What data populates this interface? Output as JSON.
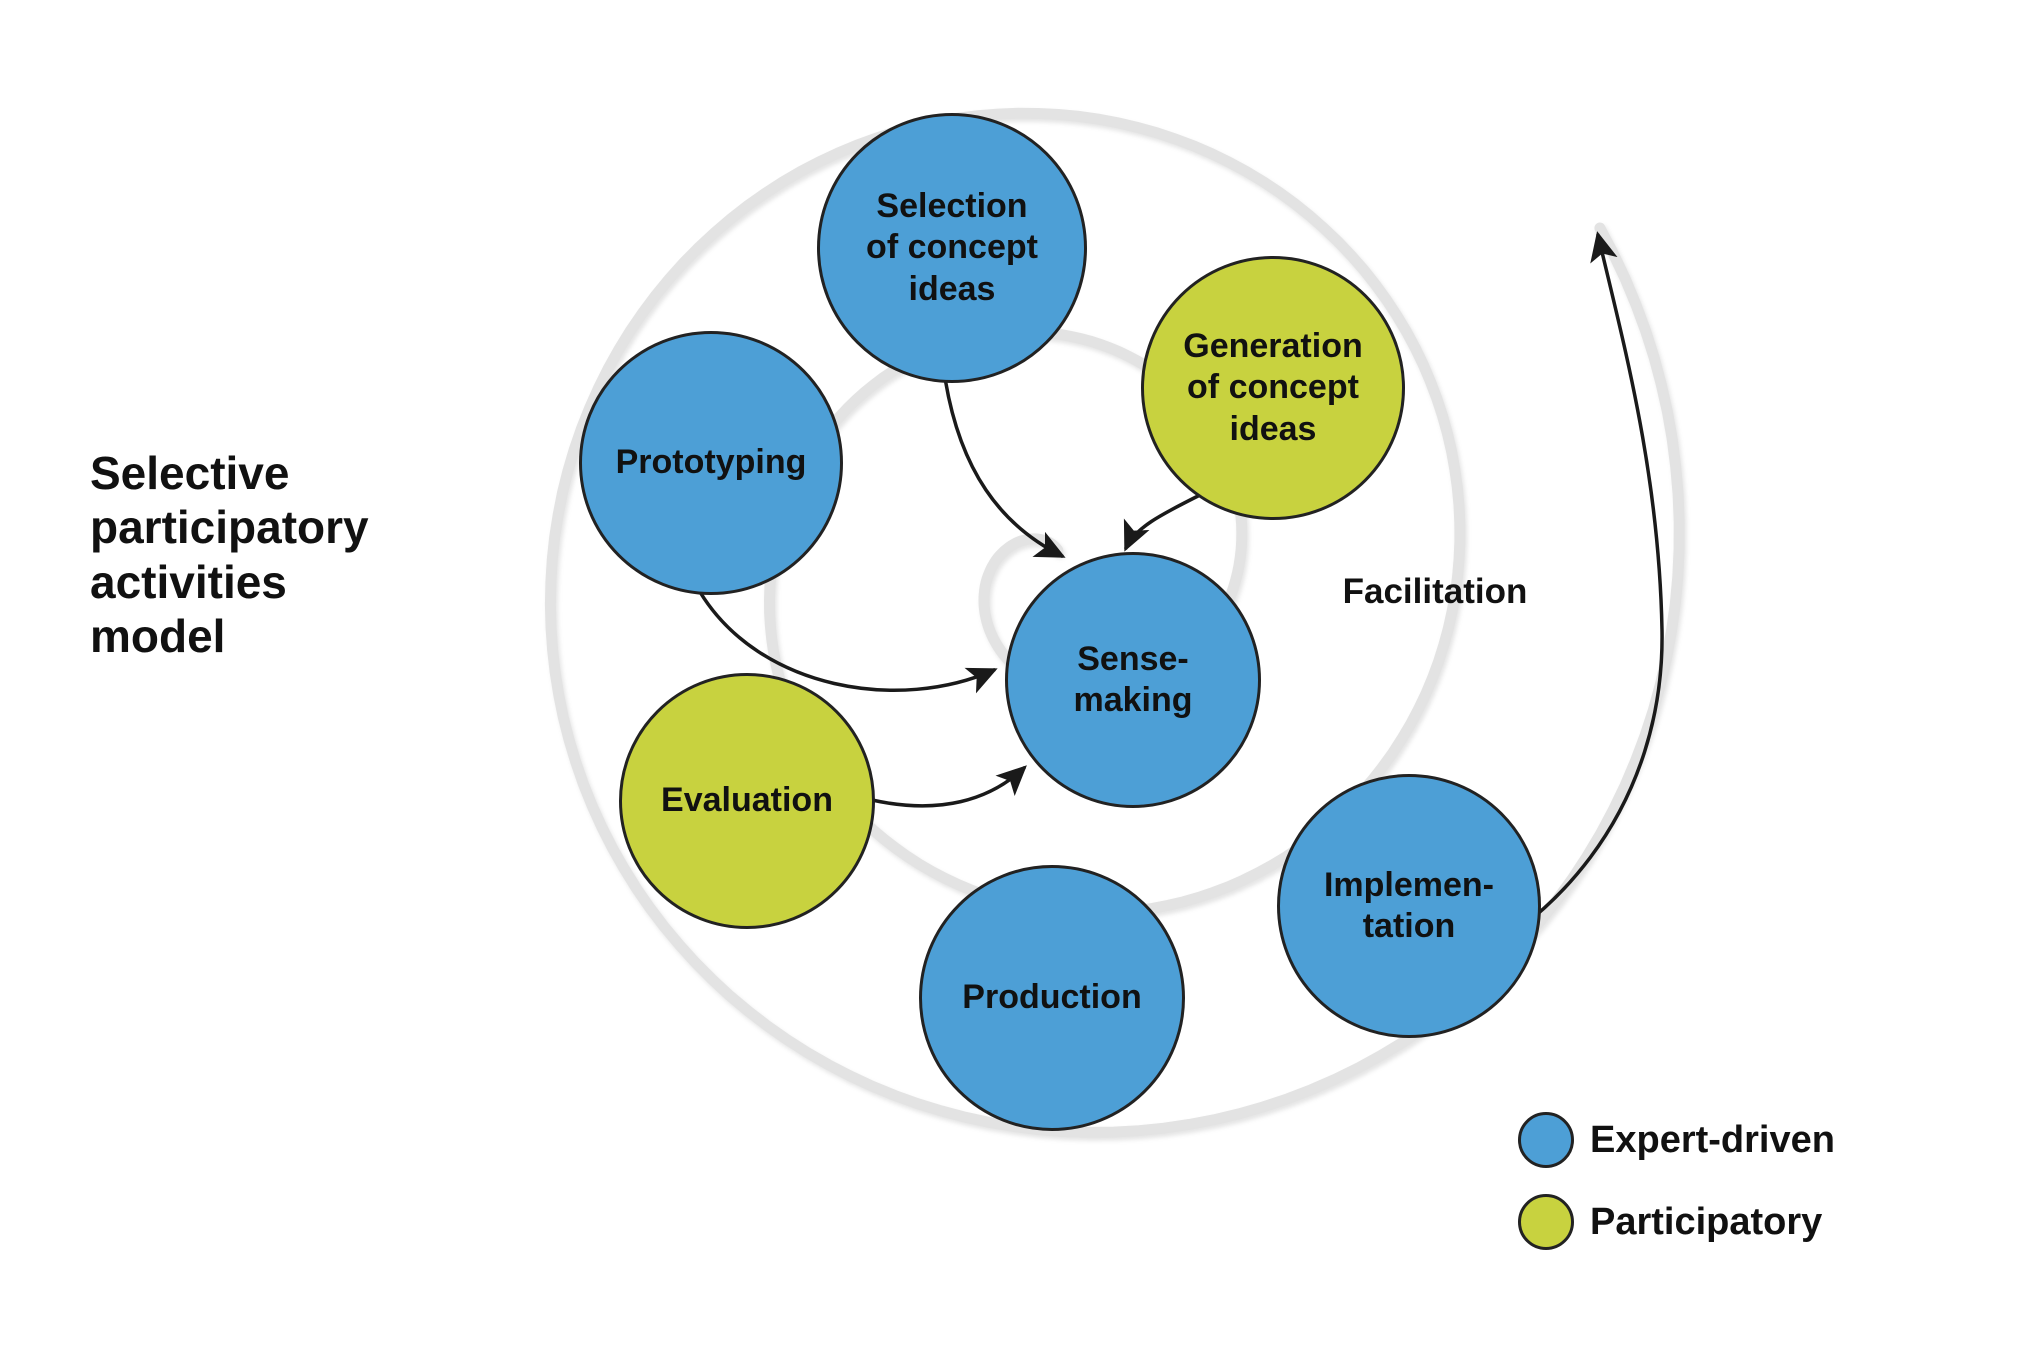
{
  "title": "Selective\nparticipatory\nactivities\nmodel",
  "nodes": [
    {
      "id": "selection-of-concept-ideas",
      "label": "Selection\nof concept\nideas",
      "category": "expert-driven"
    },
    {
      "id": "generation-of-concept-ideas",
      "label": "Generation\nof concept\nideas",
      "category": "participatory"
    },
    {
      "id": "prototyping",
      "label": "Prototyping",
      "category": "expert-driven"
    },
    {
      "id": "sense-making",
      "label": "Sense-\nmaking",
      "category": "expert-driven"
    },
    {
      "id": "evaluation",
      "label": "Evaluation",
      "category": "participatory"
    },
    {
      "id": "production",
      "label": "Production",
      "category": "expert-driven"
    },
    {
      "id": "implementation",
      "label": "Implemen-\ntation",
      "category": "expert-driven"
    }
  ],
  "annotations": {
    "facilitation": "Facilitation"
  },
  "legend": [
    {
      "label": "Expert-driven",
      "color": "#4D9FD6"
    },
    {
      "label": "Participatory",
      "color": "#C8D23F"
    }
  ],
  "colors": {
    "expert_driven": "#4D9FD6",
    "participatory": "#C8D23F",
    "outline": "#222222",
    "arrow": "#1a1a1a",
    "spiral": "#E3E3E3",
    "text": "#111111",
    "background": "#FFFFFF"
  }
}
